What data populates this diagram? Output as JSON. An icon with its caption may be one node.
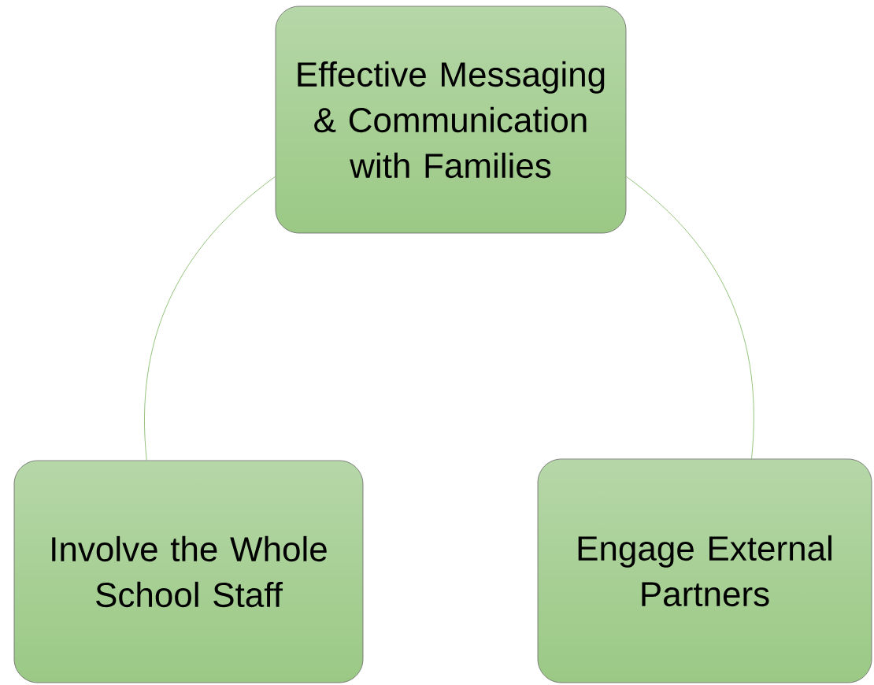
{
  "diagram": {
    "nodes": [
      {
        "text": [
          "Effective Messaging & Communication with Families"
        ]
      },
      {
        "text": [
          "Involve the Whole School Staff"
        ]
      },
      {
        "text": [
          "Engage External Partners"
        ]
      }
    ],
    "edges": [
      {
        "from": 0,
        "to": 1,
        "arrow": "none"
      },
      {
        "from": 0,
        "to": 2,
        "arrow": "none"
      }
    ]
  }
}
